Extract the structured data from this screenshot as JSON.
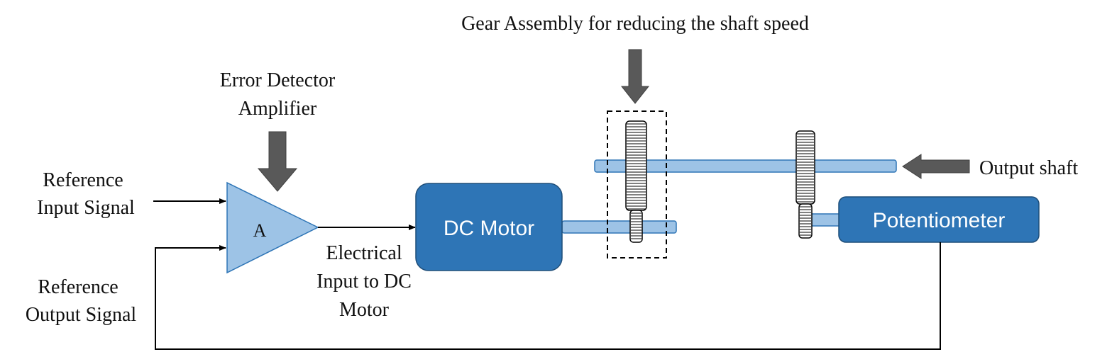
{
  "labels": {
    "gear_assembly": "Gear Assembly for reducing the shaft speed",
    "error_detector_line1": "Error Detector",
    "error_detector_line2": "Amplifier",
    "reference_input_line1": "Reference",
    "reference_input_line2": "Input Signal",
    "reference_output_line1": "Reference",
    "reference_output_line2": "Output Signal",
    "electrical_input_line1": "Electrical",
    "electrical_input_line2": "Input to DC",
    "electrical_input_line3": "Motor",
    "output_shaft": "Output shaft"
  },
  "blocks": {
    "amplifier": "A",
    "dc_motor": "DC Motor",
    "potentiometer": "Potentiometer"
  },
  "colors": {
    "block_fill": "#2e75b6",
    "block_stroke": "#1f4e79",
    "shaft_fill": "#9dc3e6",
    "shaft_stroke": "#2e75b6",
    "amplifier_fill": "#9dc3e6",
    "pointer_arrow": "#595959",
    "line": "#000000"
  }
}
